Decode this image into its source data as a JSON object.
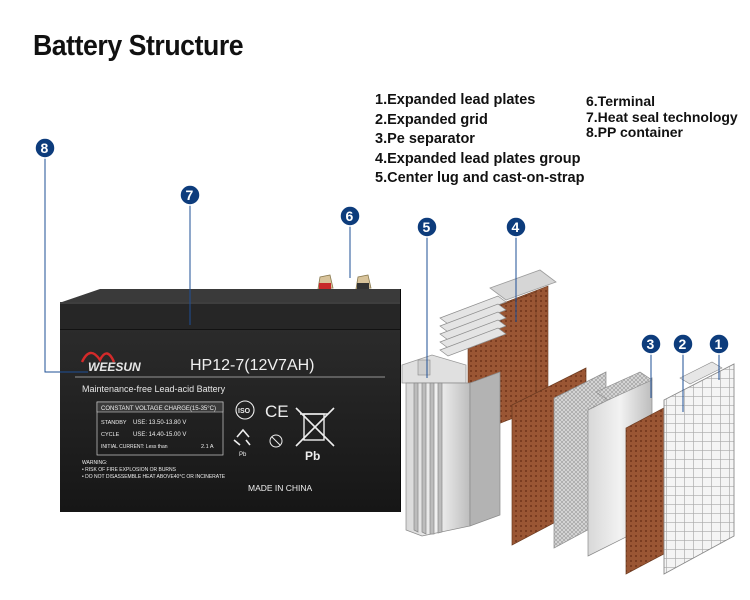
{
  "title": "Battery Structure",
  "legend_left": [
    "1.Expanded lead plates",
    "2.Expanded grid",
    "3.Pe separator",
    "4.Expanded lead plates group",
    "5.Center lug and cast-on-strap"
  ],
  "legend_right": [
    "6.Terminal",
    "7.Heat seal technology",
    "8.PP container"
  ],
  "markers": [
    "1",
    "2",
    "3",
    "4",
    "5",
    "6",
    "7",
    "8"
  ],
  "battery": {
    "brand": "WEESUN",
    "model": "HP12-7(12V7AH)",
    "subtitle": "Maintenance-free Lead-acid Battery",
    "spec_header": "CONSTANT VOLTAGE CHARGE(15-35°C)",
    "standby_label": "STANDBY",
    "standby_value": "USE: 13.50-13.80 V",
    "cycle_label": "CYCLE",
    "cycle_value": "USE: 14.40-15.00 V",
    "current_label": "INITIAL CURRENT: Less than",
    "current_value": "2.1 A",
    "warning_title": "WARNING:",
    "warning_1": "• RISK OF FIRE EXPLOSION OR BURNS",
    "warning_2": "• DO NOT DISASSEMBLE HEAT ABOVE40°C OR INCINERATE",
    "iso_mark": "ISO",
    "ce_mark": "CE",
    "pb_mark": "Pb",
    "made_in": "MADE IN CHINA"
  },
  "colors": {
    "marker": "#0d3c7c",
    "battery_body": "#1f1f1f",
    "lid": "#2a2a2a",
    "plate_brown": "#8b4a2a",
    "grid_gray": "#c9c9c9"
  }
}
